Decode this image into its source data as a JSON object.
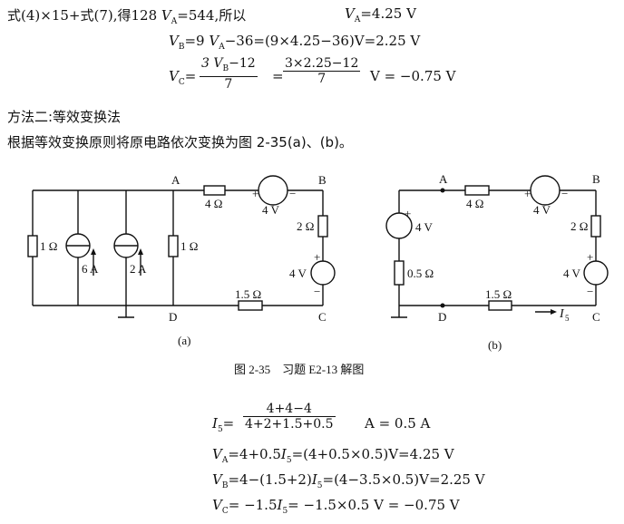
{
  "method1": {
    "line1_prefix": "式(4)×15+式(7),得128",
    "line1_v": "V",
    "line1_sub": "A",
    "line1_eq": "=544,所以",
    "line1_result_sub": "A",
    "line1_result": "=4.25 V",
    "vb_sub": "B",
    "vb_expr": "=9",
    "vb_mid_sub": "A",
    "vb_tail": "−36=(9×4.25−36)V=2.25 V",
    "vc_sub": "C",
    "vc_frac1_num": "3 V",
    "vc_frac1_num_sub": "B",
    "vc_frac1_num_tail": "−12",
    "vc_frac1_den": "7",
    "vc_frac2_num": "3×2.25−12",
    "vc_frac2_den": "7",
    "vc_result": "V = −0.75 V"
  },
  "method2": {
    "heading": "方法二:等效变换法",
    "description": "根据等效变换原则将原电路依次变换为图 2-35(a)、(b)。"
  },
  "figure": {
    "caption": "图 2-35　习题 E2-13 解图",
    "a": {
      "label": "(a)",
      "node_a": "A",
      "node_b": "B",
      "node_c": "C",
      "node_d": "D",
      "r_left": "1 Ω",
      "src_6a": "6 A",
      "src_2a": "2 A",
      "r_mid": "1 Ω",
      "r_top": "4 Ω",
      "v_top": "4 V",
      "r_right": "2 Ω",
      "v_right": "4 V",
      "r_bottom": "1.5 Ω"
    },
    "b": {
      "label": "(b)",
      "node_a": "A",
      "node_b": "B",
      "node_c": "C",
      "node_d": "D",
      "v_left": "4 V",
      "r_left": "0.5 Ω",
      "r_top": "4 Ω",
      "v_top": "4 V",
      "r_right": "2 Ω",
      "v_right": "4 V",
      "r_bottom": "1.5 Ω",
      "current": "I",
      "current_sub": "5"
    },
    "plus": "+",
    "minus": "−"
  },
  "solution": {
    "i5_sym": "I",
    "i5_sub": "5",
    "i5_num": "4+4−4",
    "i5_den": "4+2+1.5+0.5",
    "i5_result": "A = 0.5 A",
    "va_sub": "A",
    "va_expr": "=4+0.5",
    "va_tail": "=(4+0.5×0.5)V=4.25 V",
    "vb_sub": "B",
    "vb_expr": "=4−(1.5+2)",
    "vb_tail": "=(4−3.5×0.5)V=2.25 V",
    "vc_sub": "C",
    "vc_expr": "= −1.5",
    "vc_tail": "= −1.5×0.5 V = −0.75 V",
    "i_sym": "I",
    "v_sym": "V",
    "eq": "="
  }
}
